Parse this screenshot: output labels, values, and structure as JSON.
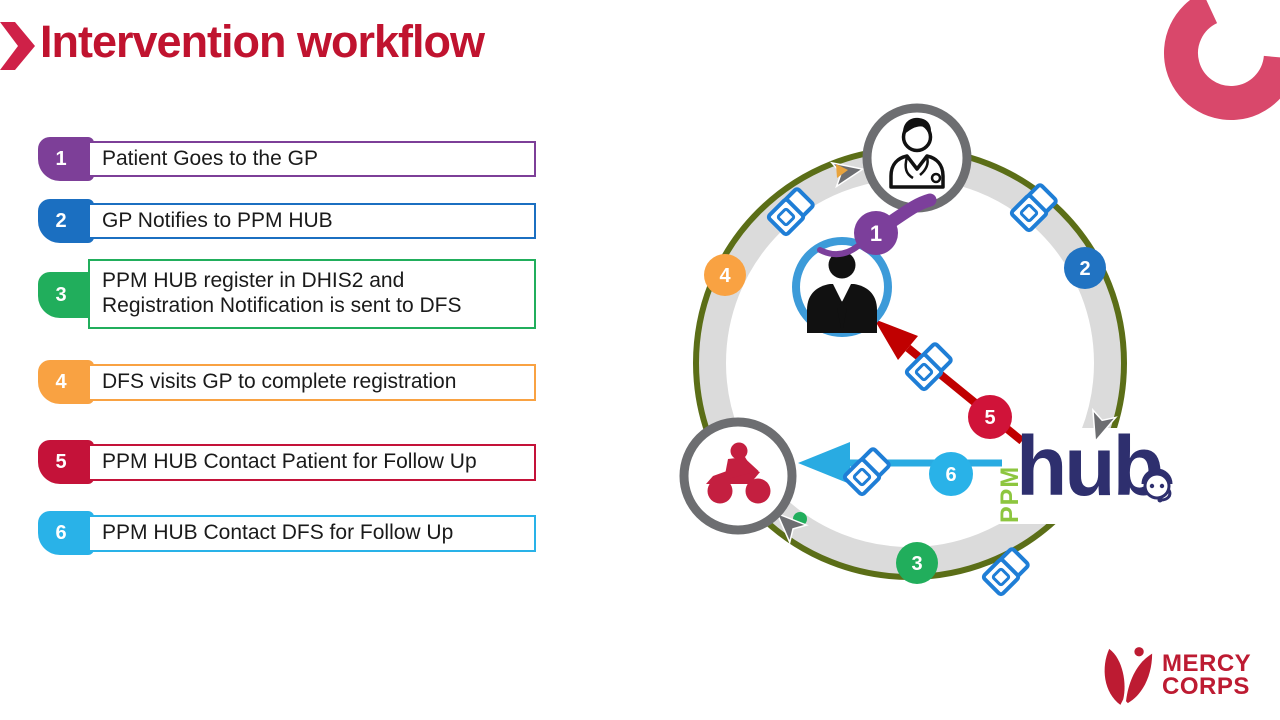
{
  "slide": {
    "title": "Intervention workflow"
  },
  "steps": {
    "items": [
      {
        "number": "1",
        "label": "Patient Goes to the GP",
        "color": "#7d3f98"
      },
      {
        "number": "2",
        "label": "GP Notifies to PPM HUB",
        "color": "#1b6fc1"
      },
      {
        "number": "3",
        "label": "PPM HUB register in DHIS2  and\nRegistration Notification is sent to DFS",
        "color": "#21ae5c"
      },
      {
        "number": "4",
        "label": "DFS visits GP to complete registration",
        "color": "#f9a242"
      },
      {
        "number": "5",
        "label": "PPM HUB Contact Patient for Follow Up",
        "color": "#c41239"
      },
      {
        "number": "6",
        "label": "PPM HUB Contact DFS for Follow Up",
        "color": "#29b2e8"
      }
    ]
  },
  "diagram": {
    "hub_logo": {
      "vertical_text": "PPM",
      "text": "hub"
    },
    "node_icons": [
      "doctor-icon",
      "patient-icon",
      "motorbike-icon"
    ],
    "ring_flow": "clockwise"
  },
  "footer_logo": {
    "line1": "MERCY",
    "line2": "CORPS"
  },
  "palette": {
    "title_red": "#c0132f",
    "decor_ring_pink": "#d9486b",
    "ring_gray": "#dbdbdb",
    "ring_olive": "#5b6e17",
    "node_border_gray": "#6d6e71",
    "patient_circle_blue": "#3d9bd9",
    "red_arrow": "#c00000",
    "cyan_arrow": "#29abe2",
    "diamond_blue": "#1f7ed6",
    "hub_navy": "#2e2f6e",
    "hub_green": "#8dc63f",
    "mercy_corps_red": "#bd1b32",
    "motorbike_red": "#c41f40",
    "purple": "#7c3f9b"
  }
}
